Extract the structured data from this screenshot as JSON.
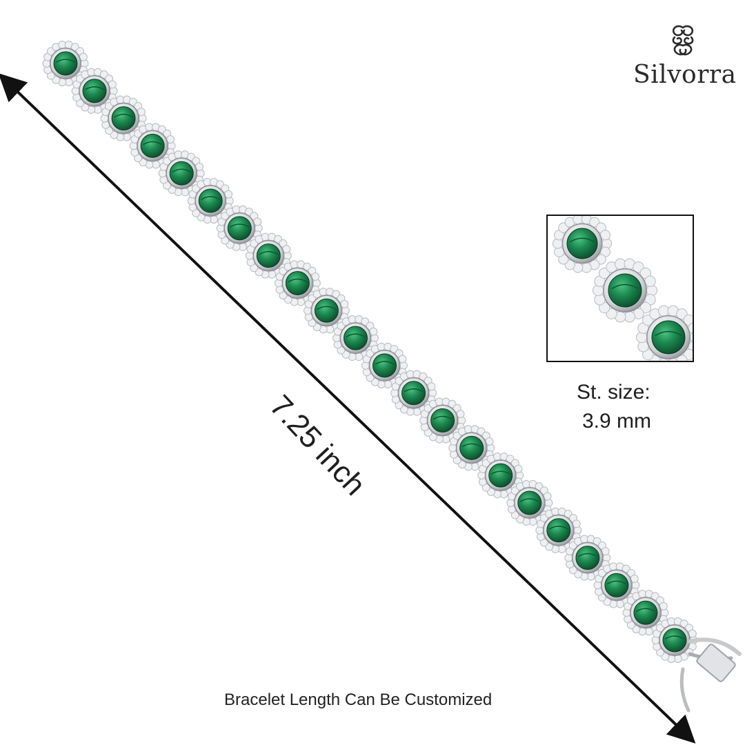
{
  "brand": {
    "name": "Silvorra",
    "logo_icon": "knot-swirl-icon"
  },
  "product": {
    "stone_color": "#1f8a52",
    "metal_color": "#d9dbde"
  },
  "dimensions": {
    "length_label": "7.25 inch",
    "stone_size_label": "St. size:",
    "stone_size_value": "3.9 mm"
  },
  "caption": "Bracelet Length Can Be Customized"
}
